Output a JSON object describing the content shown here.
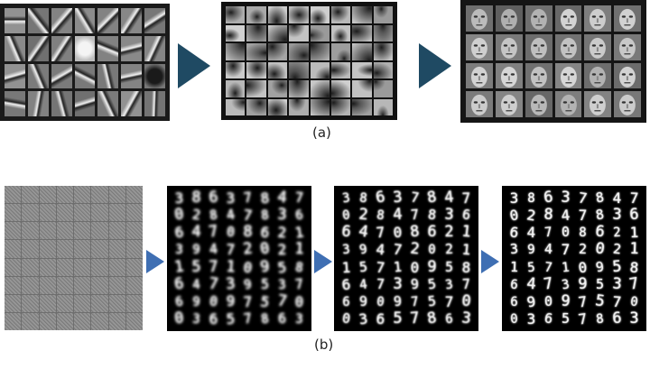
{
  "caption_a": "(a)",
  "caption_b": "(b)",
  "colors": {
    "arrow_dark": "#1f4a63",
    "arrow_blue": "#3f6fb3",
    "panel_frame": "#1a1a1a",
    "noise_bg": "#8a8a8a"
  },
  "row_a": {
    "panels": [
      {
        "name": "edge-filters",
        "cols": 7,
        "rows": 4,
        "kind": "edges"
      },
      {
        "name": "face-part-filters",
        "cols": 8,
        "rows": 6,
        "kind": "parts"
      },
      {
        "name": "face-filters",
        "cols": 6,
        "rows": 4,
        "kind": "faces"
      }
    ]
  },
  "row_b": {
    "panels": [
      {
        "name": "noise-samples",
        "kind": "noise",
        "cols": 8,
        "rows": 8
      },
      {
        "name": "digits-stage-1",
        "kind": "digits",
        "cols": 8,
        "rows": 8,
        "blur": 1.2
      },
      {
        "name": "digits-stage-2",
        "kind": "digits",
        "cols": 8,
        "rows": 8,
        "blur": 0.6
      },
      {
        "name": "digits-stage-3",
        "kind": "digits",
        "cols": 8,
        "rows": 8,
        "blur": 0.2
      }
    ],
    "digit_rows": [
      "38637847",
      "02847836",
      "64708621",
      "39472021",
      "15710958",
      "64739537",
      "69097570",
      "03657863"
    ]
  }
}
